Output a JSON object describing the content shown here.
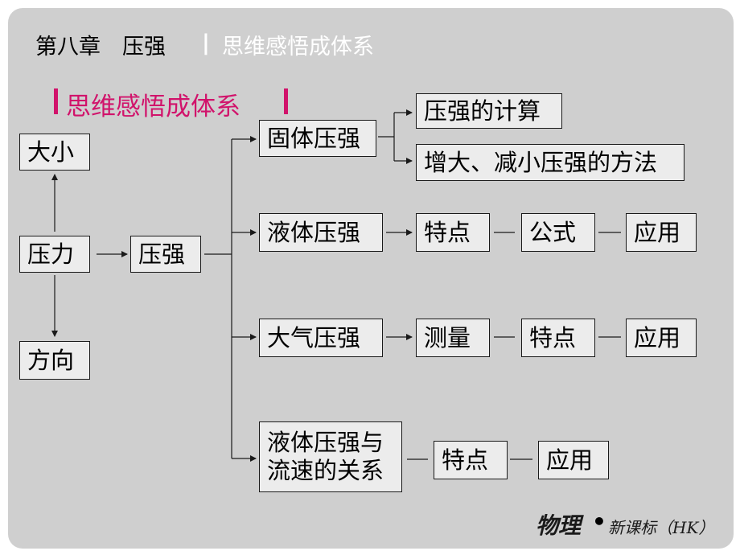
{
  "header": {
    "chapter_title": "第八章　压强",
    "separator": "|",
    "section": "思维感悟成体系"
  },
  "section_heading": "思维感悟成体系",
  "nodes": {
    "size": "大小",
    "force": "压力",
    "direction": "方向",
    "pressure": "压强",
    "solid_pressure": "固体压强",
    "solid_calc": "压强的计算",
    "solid_methods": "增大、减小压强的方法",
    "liquid_pressure": "液体压强",
    "liquid_feature": "特点",
    "liquid_formula": "公式",
    "liquid_application": "应用",
    "air_pressure": "大气压强",
    "air_measure": "测量",
    "air_feature": "特点",
    "air_application": "应用",
    "flow_line1": "液体压强与",
    "flow_line2": "流速的关系",
    "flow_feature": "特点",
    "flow_application": "应用"
  },
  "footer": {
    "subject": "物理",
    "dot": "•",
    "edition": "新课标（HK）"
  },
  "colors": {
    "accent": "#d1136b",
    "background": "#cfcfcf",
    "header_highlight": "#ffffff"
  }
}
